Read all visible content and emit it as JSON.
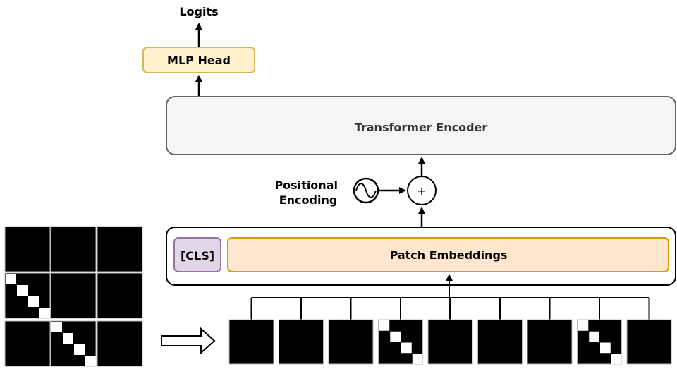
{
  "logits": "Logits",
  "mlp_head": "MLP Head",
  "transformer_encoder": "Transformer Encoder",
  "positional_encoding": [
    "Positional",
    "Encoding"
  ],
  "plus_symbol": "+",
  "cls_token": "[CLS]",
  "patch_embeddings": "Patch Embeddings",
  "input_grid": [
    [
      0,
      0,
      0
    ],
    [
      1,
      0,
      0
    ],
    [
      0,
      1,
      0
    ]
  ],
  "patch_sequence": [
    0,
    0,
    0,
    1,
    0,
    0,
    0,
    1,
    0
  ],
  "colors": {
    "mlp_fill": "#fff2cc",
    "mlp_stroke": "#d6b656",
    "encoder_fill": "#f5f5f5",
    "encoder_stroke": "#666666",
    "encoder_text": "#333333",
    "cls_fill": "#e1d5e7",
    "cls_stroke": "#9673a6",
    "patch_fill": "#ffe6cc",
    "patch_stroke": "#d79b00"
  }
}
